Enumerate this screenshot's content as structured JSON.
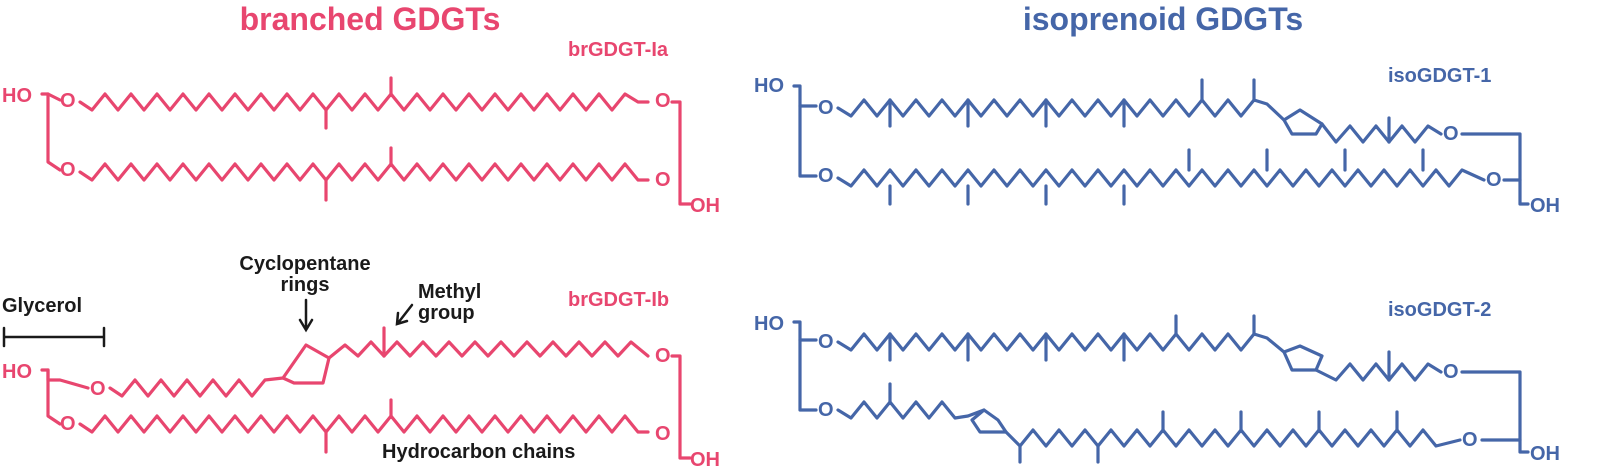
{
  "headings": {
    "branched": "branched GDGTs",
    "isoprenoid": "isoprenoid GDGTs"
  },
  "molecules": {
    "br_ia": "brGDGT-Ia",
    "br_ib": "brGDGT-Ib",
    "iso_1": "isoGDGT-1",
    "iso_2": "isoGDGT-2"
  },
  "atoms": {
    "ho": "HO",
    "oh": "OH",
    "o": "O"
  },
  "annotations": {
    "glycerol": "Glycerol",
    "cyclopentane_line1": "Cyclopentane",
    "cyclopentane_line2": "rings",
    "methyl_line1": "Methyl",
    "methyl_line2": "group",
    "hydrocarbon": "Hydrocarbon chains"
  },
  "colors": {
    "branched": "#e8466f",
    "isoprenoid": "#4566a8",
    "annotation": "#1a1a1a"
  }
}
